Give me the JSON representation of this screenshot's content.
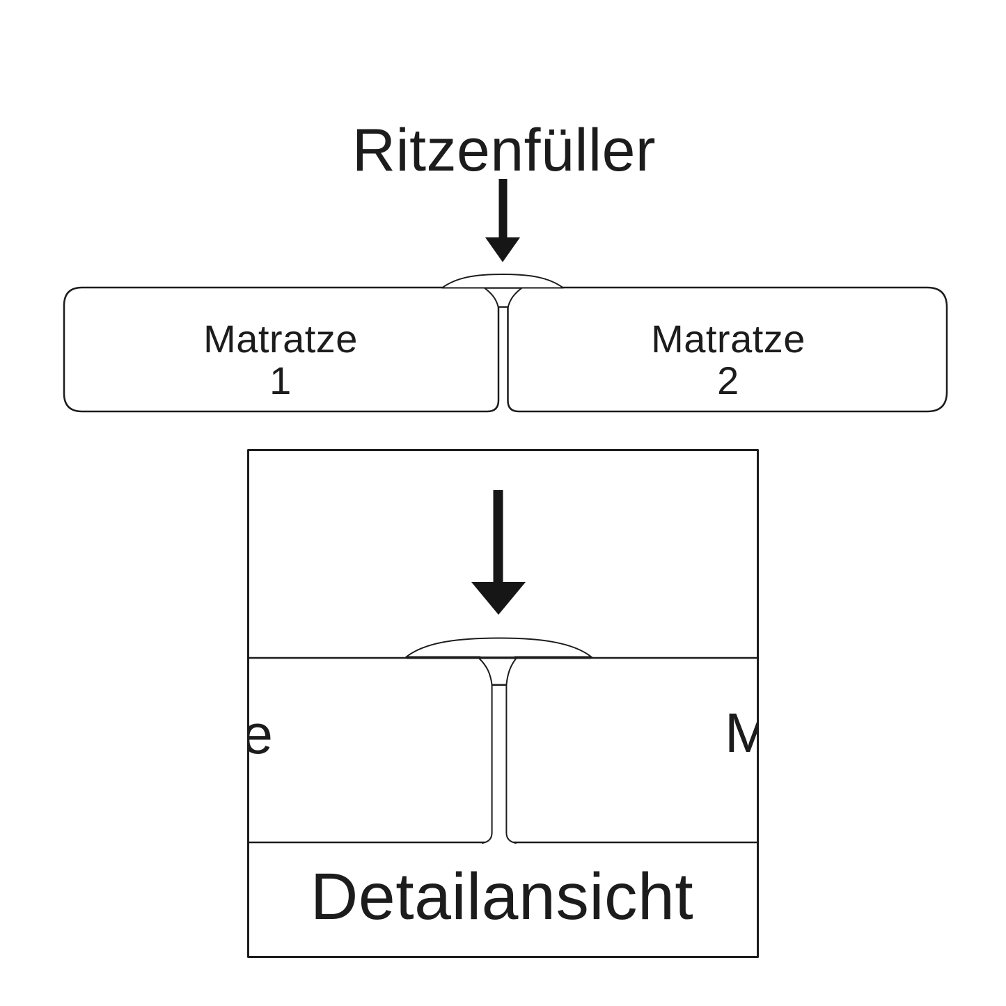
{
  "colors": {
    "background": "#ffffff",
    "line": "#1c1c1c",
    "text": "#1c1c1c",
    "arrow": "#161616"
  },
  "title": "Ritzenfüller",
  "overview": {
    "mattress_left": {
      "label": "Matratze",
      "number": "1"
    },
    "mattress_right": {
      "label": "Matratze",
      "number": "2"
    }
  },
  "detail_view": {
    "caption": "Detailansicht",
    "left_label_fragment": "e",
    "right_label_fragment": "M"
  },
  "icons": {
    "main_arrow": "down-arrow",
    "detail_arrow": "down-arrow"
  }
}
